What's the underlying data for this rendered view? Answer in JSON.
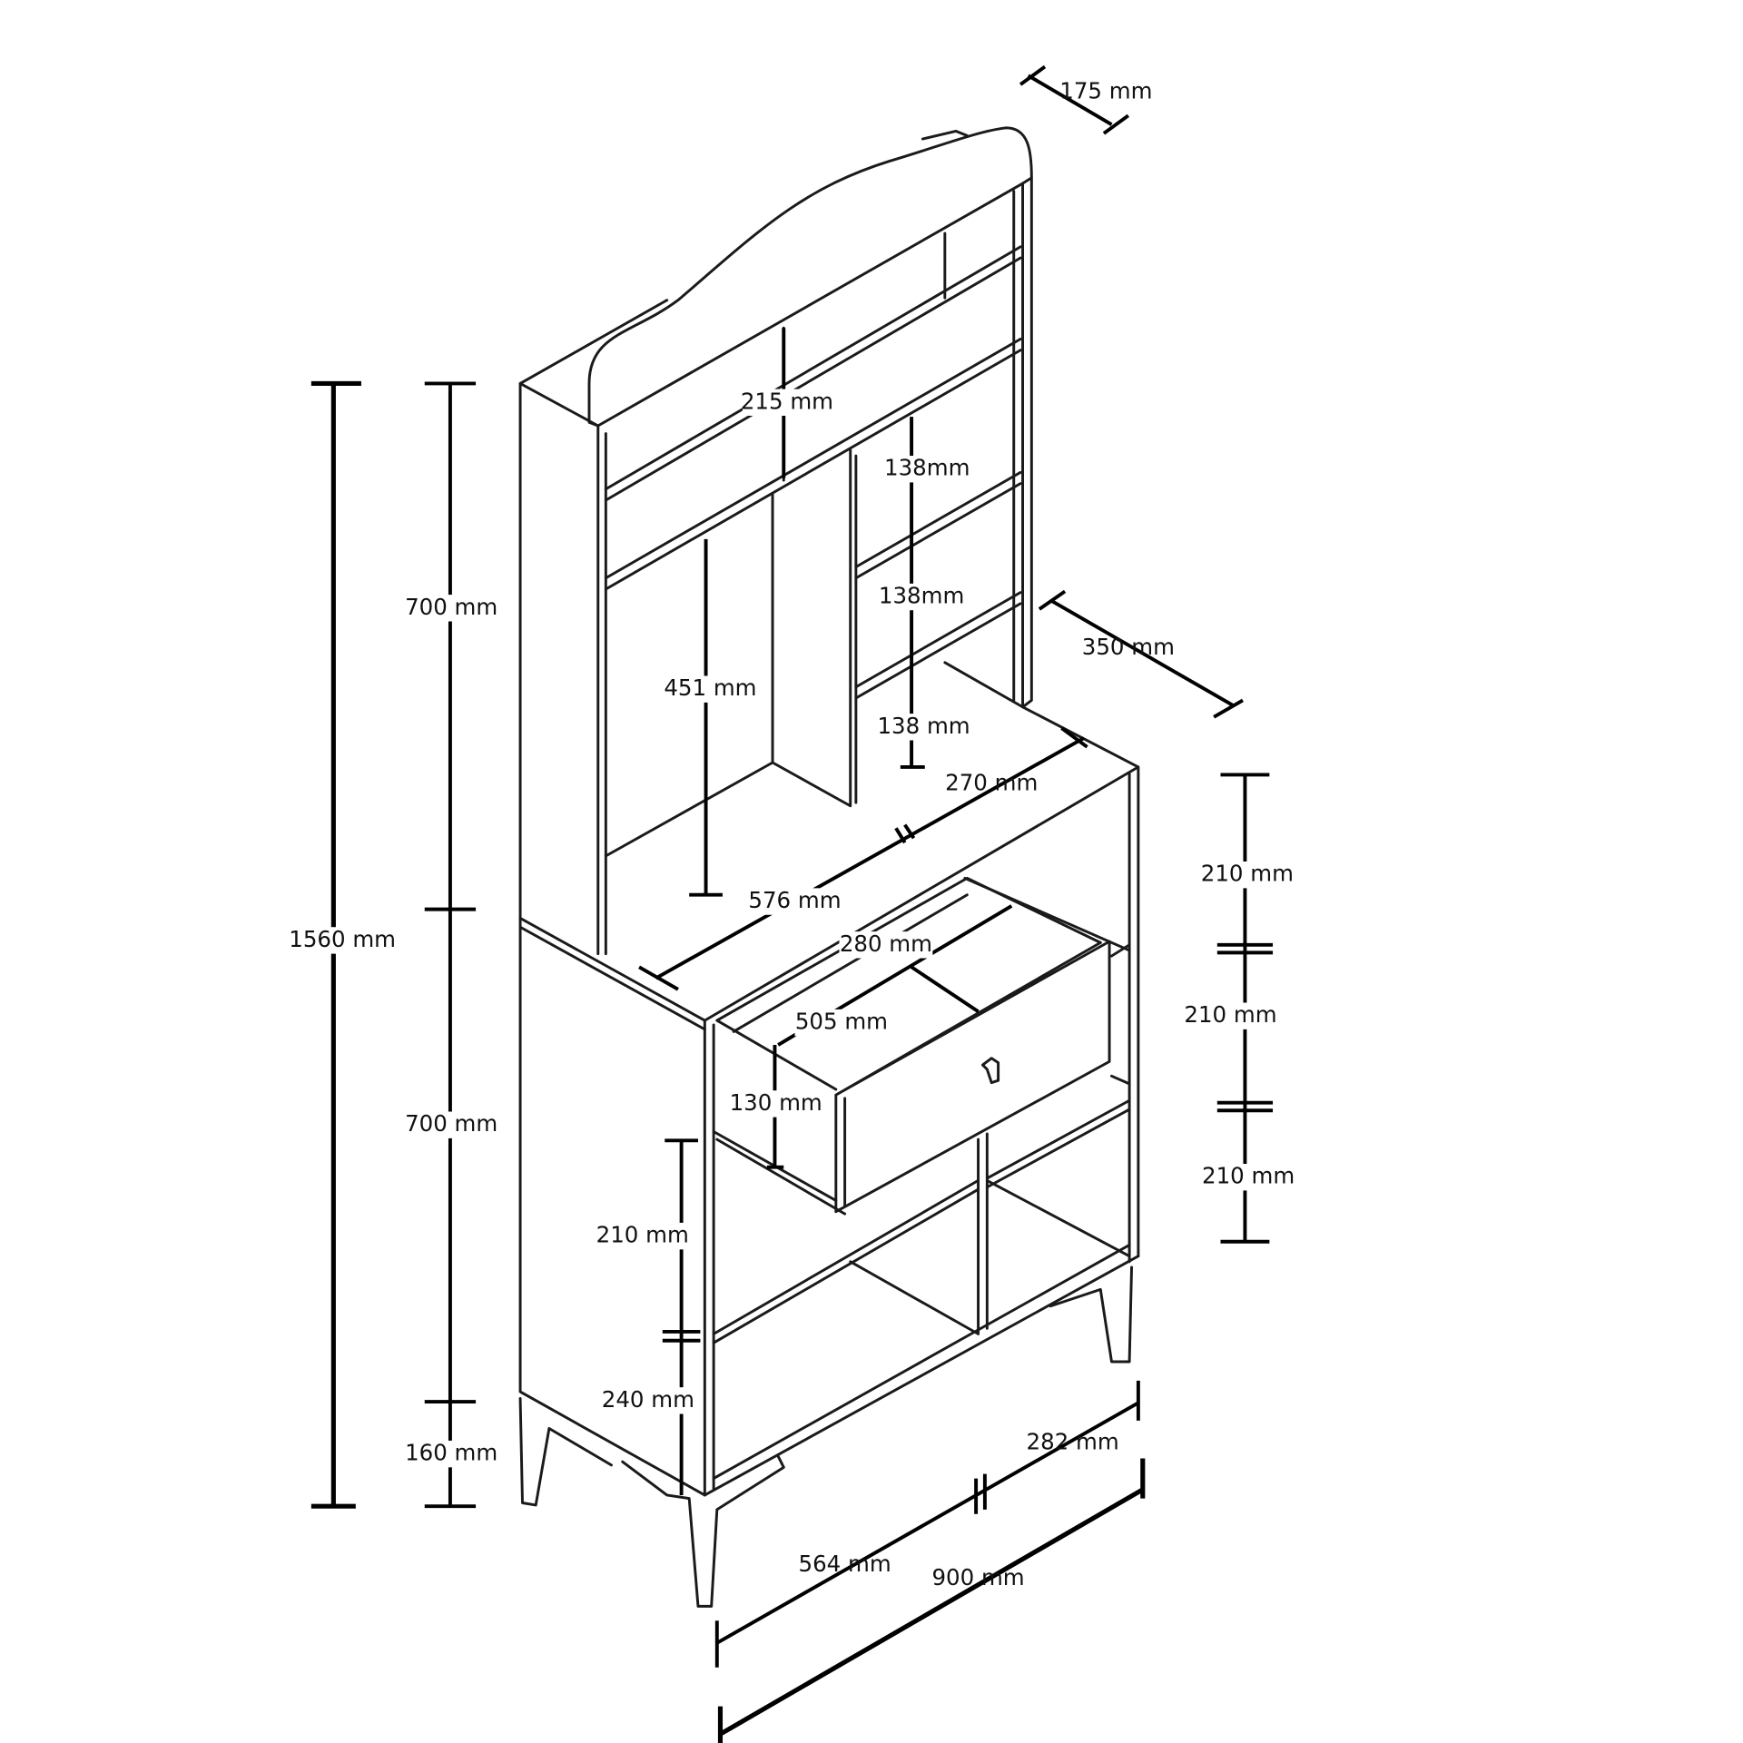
{
  "title": "Kitchen hutch cabinet dimension drawing",
  "labels": [
    "175 mm",
    "215 mm",
    "138mm",
    "138mm",
    "350 mm",
    "700 mm",
    "451 mm",
    "138 mm",
    "270 mm",
    "210 mm",
    "576 mm",
    "1560 mm",
    "280 mm",
    "210 mm",
    "505 mm",
    "130 mm",
    "700 mm",
    "210 mm",
    "210 mm",
    "240 mm",
    "282 mm",
    "160 mm",
    "564 mm",
    "900 mm"
  ],
  "colors": {
    "line": "#1a1a1a",
    "background": "#ffffff"
  }
}
